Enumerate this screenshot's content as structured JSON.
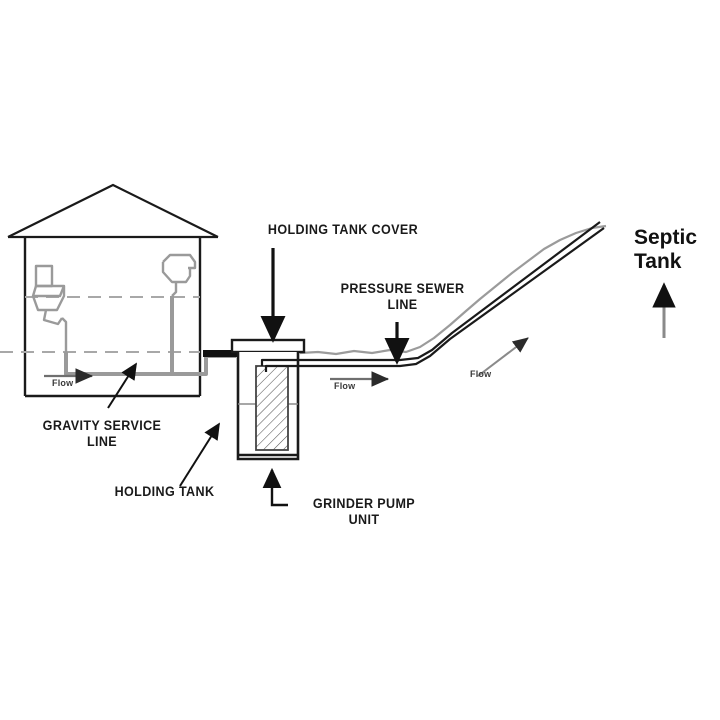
{
  "diagram": {
    "title": "Grinder Pump Sewer System Cross-Section",
    "background_color": "#ffffff",
    "line_color": "#1a1a1a",
    "pipe_color": "#9a9a9a",
    "ground_color": "#8f8f8f"
  },
  "labels": {
    "holding_tank_cover": "HOLDING TANK COVER",
    "pressure_sewer_line": "PRESSURE SEWER\nLINE",
    "gravity_service_line": "GRAVITY SERVICE\nLINE",
    "holding_tank": "HOLDING TANK",
    "grinder_pump_unit": "GRINDER PUMP\nUNIT",
    "septic_tank": "Septic\nTank"
  },
  "flow_markers": [
    {
      "id": "flow-house",
      "text": "Flow"
    },
    {
      "id": "flow-pressure",
      "text": "Flow"
    },
    {
      "id": "flow-rising",
      "text": "Flow"
    }
  ],
  "components": {
    "house": "house-cross-section",
    "toilet": "toilet-fixture",
    "sink": "sink-fixture",
    "tank": "holding-tank-vessel",
    "pump": "grinder-pump-hatched-block",
    "ground": "ground-surface-line"
  }
}
